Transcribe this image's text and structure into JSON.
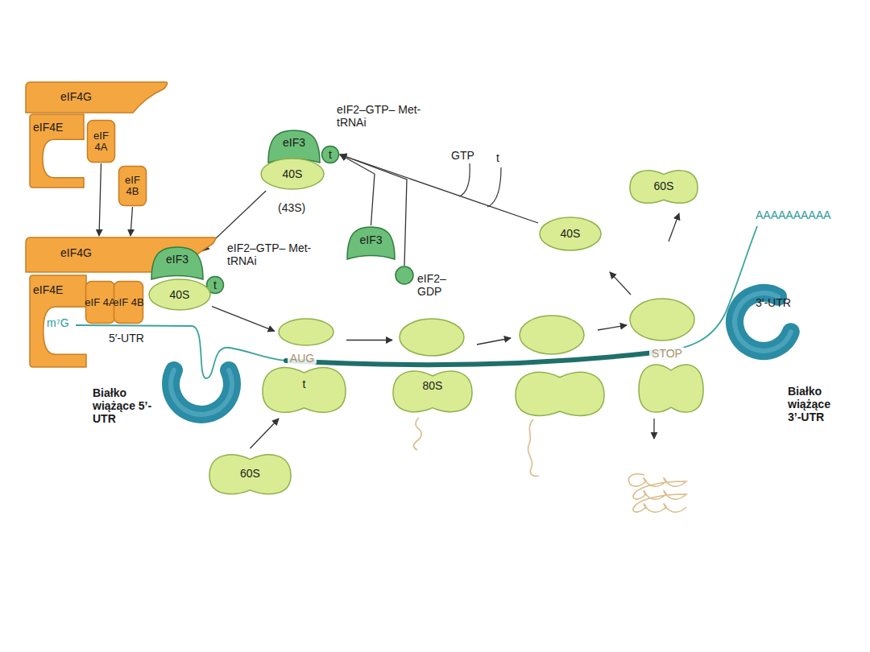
{
  "diagram": {
    "nodes": [
      {
        "text": [
          "eIF4G"
        ]
      },
      {
        "text": [
          "eIF4E"
        ]
      },
      {
        "text": [
          "eIF 4A"
        ]
      },
      {
        "text": [
          "eIF 4B"
        ]
      },
      {
        "text": [
          "eIF3"
        ]
      },
      {
        "text": [
          "t"
        ]
      },
      {
        "text": [
          "40S"
        ]
      },
      {
        "text": [
          "eIF4G"
        ]
      },
      {
        "text": [
          "eIF4E"
        ]
      },
      {
        "text": [
          "eIF 4A"
        ]
      },
      {
        "text": [
          "eIF 4B"
        ]
      },
      {
        "text": [
          "eIF3"
        ]
      },
      {
        "text": [
          "t"
        ]
      },
      {
        "text": [
          "40S"
        ]
      },
      {
        "text": [
          "eIF3"
        ]
      },
      {
        "text": [
          "eIF2– GDP"
        ]
      },
      {
        "text": [
          "40S"
        ]
      },
      {
        "text": [
          "60S"
        ]
      },
      {
        "text": [
          "60S"
        ]
      },
      {
        "text": [
          "t"
        ]
      },
      {
        "text": [
          "80S"
        ]
      },
      {
        "text": [
          "Białko wiążące 5’-UTR"
        ]
      },
      {
        "text": [
          "Białko wiążące 3’-UTR"
        ]
      }
    ],
    "edges": [
      {
        "from": 2,
        "to": 7,
        "arrow": "to"
      },
      {
        "from": 3,
        "to": 7,
        "arrow": "to"
      },
      {
        "from": 6,
        "to": 11,
        "arrow": "to"
      },
      {
        "from": 16,
        "to": 5,
        "arrow": "to"
      },
      {
        "from": 14,
        "to": 5,
        "arrow": "to"
      },
      {
        "from": 15,
        "to": 5,
        "arrow": "to"
      },
      {
        "from": 13,
        "to": 19,
        "arrow": "to"
      },
      {
        "from": 18,
        "to": 19,
        "arrow": "to"
      },
      {
        "from": 19,
        "to": 20,
        "arrow": "to"
      }
    ],
    "labels": [
      "eIF2–GTP– Met-tRNAi",
      "(43S)",
      "GTP",
      "t",
      "eIF2–GTP– Met-tRNAi",
      "m⁷G",
      "5′-UTR",
      "AUG",
      "STOP",
      "3′-UTR",
      "AAAAAAAAAA"
    ]
  }
}
